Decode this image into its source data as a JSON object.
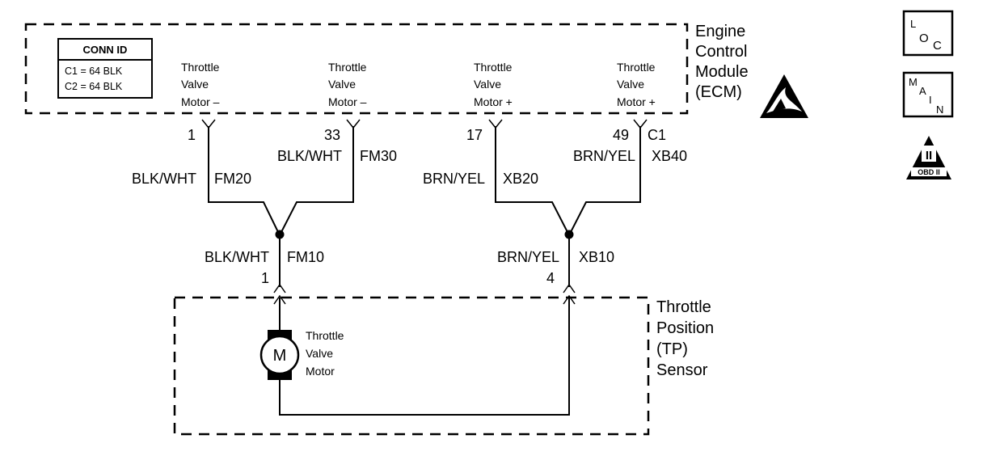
{
  "ecm": {
    "label_lines": [
      "Engine",
      "Control",
      "Module",
      "(ECM)"
    ],
    "connector": "C1",
    "conn_id": {
      "title": "CONN ID",
      "rows": [
        "C1 = 64 BLK",
        "C2 = 64 BLK"
      ]
    },
    "terminals": [
      {
        "lines": [
          "Throttle",
          "Valve",
          "Motor –"
        ],
        "pin": "1"
      },
      {
        "lines": [
          "Throttle",
          "Valve",
          "Motor –"
        ],
        "pin": "33"
      },
      {
        "lines": [
          "Throttle",
          "Valve",
          "Motor +"
        ],
        "pin": "17"
      },
      {
        "lines": [
          "Throttle",
          "Valve",
          "Motor +"
        ],
        "pin": "49"
      }
    ]
  },
  "wires": {
    "upper": [
      {
        "color": "BLK/WHT",
        "circuit": "FM20"
      },
      {
        "color": "BLK/WHT",
        "circuit": "FM30"
      },
      {
        "color": "BRN/YEL",
        "circuit": "XB20"
      },
      {
        "color": "BRN/YEL",
        "circuit": "XB40"
      }
    ],
    "lower": [
      {
        "color": "BLK/WHT",
        "circuit": "FM10",
        "pin": "1"
      },
      {
        "color": "BRN/YEL",
        "circuit": "XB10",
        "pin": "4"
      }
    ]
  },
  "sensor": {
    "label_lines": [
      "Throttle",
      "Position",
      "(TP)",
      "Sensor"
    ],
    "motor_symbol": "M",
    "motor_label_lines": [
      "Throttle",
      "Valve",
      "Motor"
    ]
  },
  "icons": {
    "loc": {
      "l": "L",
      "o": "O",
      "c": "C"
    },
    "main": {
      "m": "M",
      "a": "A",
      "i": "I",
      "n": "N"
    },
    "obd": {
      "numeral": "II",
      "text": "OBD II"
    }
  }
}
